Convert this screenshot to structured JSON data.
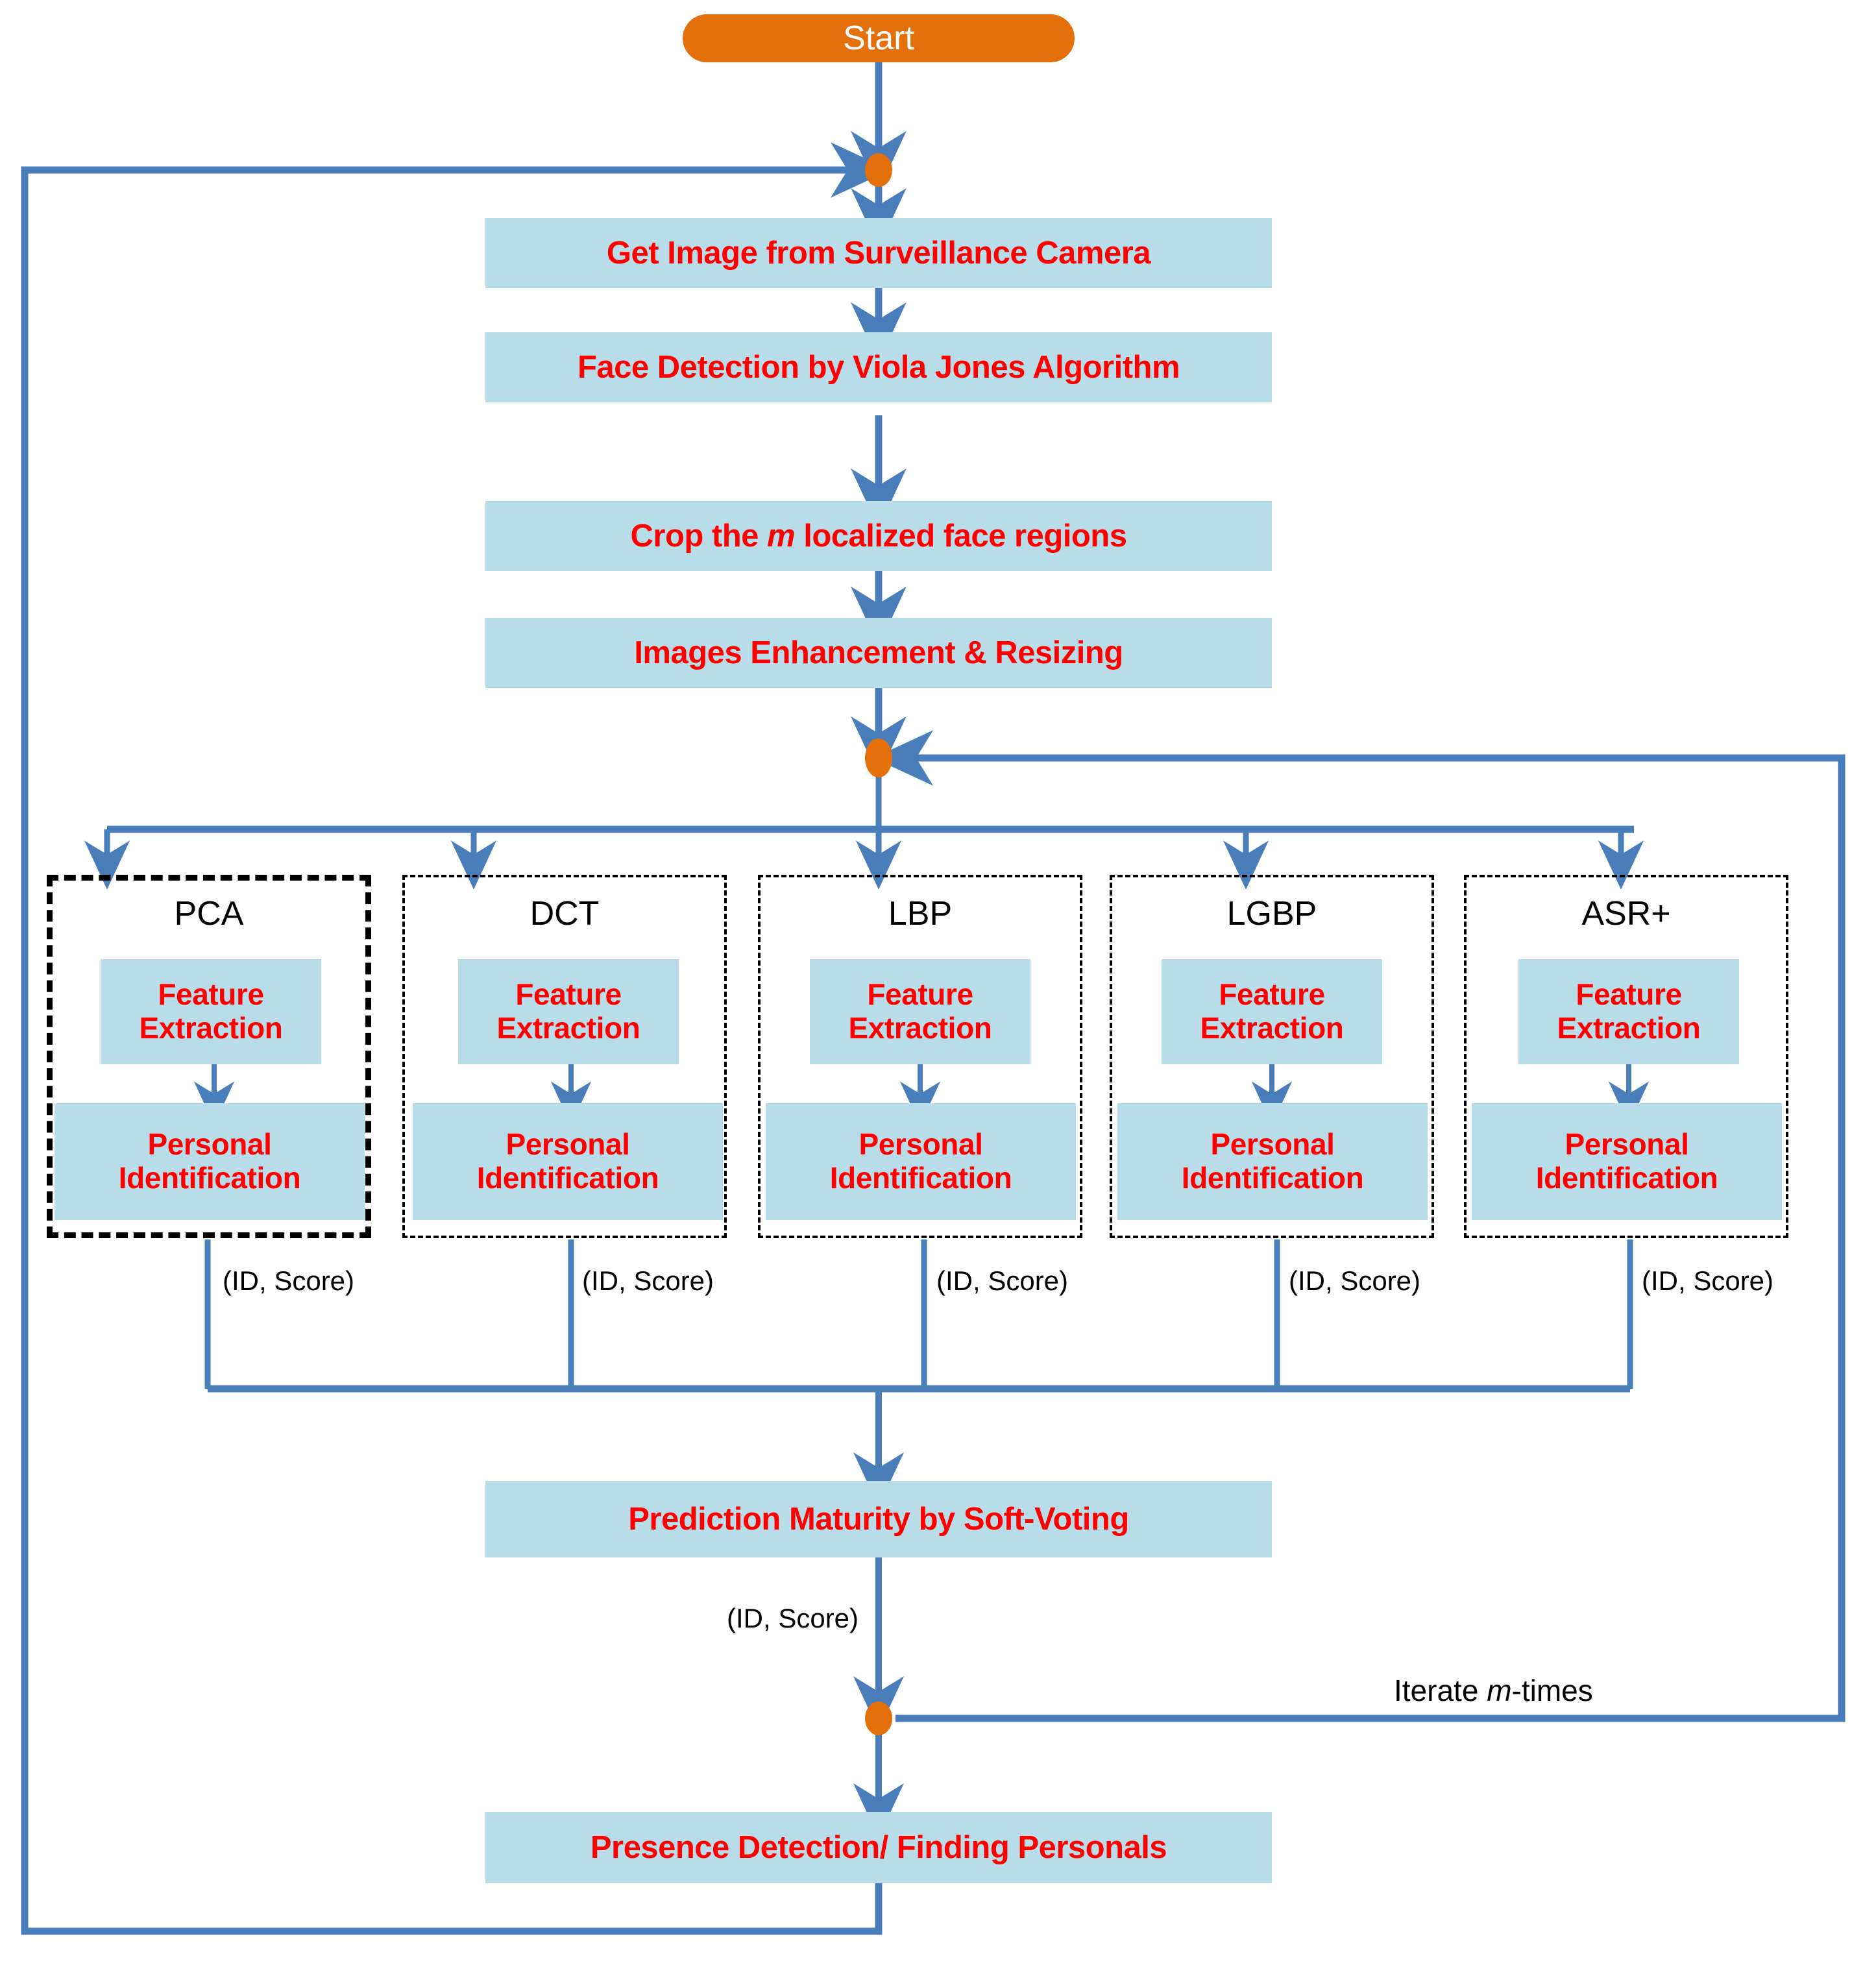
{
  "diagram": {
    "title": "Face recognition surveillance pipeline flowchart",
    "colors": {
      "process_fill": "#B8DCE8",
      "process_text": "#FF0000",
      "accent_orange": "#E3700B",
      "connector_blue": "#4A7EBB",
      "group_border": "#000000",
      "label_text": "#000000",
      "background": "#FFFFFF"
    },
    "start": {
      "label": "Start"
    },
    "steps": [
      {
        "id": "get-image",
        "label": "Get Image from Surveillance Camera"
      },
      {
        "id": "face-detection",
        "label": "Face Detection by Viola Jones Algorithm"
      },
      {
        "id": "crop",
        "label_pre": "Crop the ",
        "label_ital": "m",
        "label_post": " localized face regions"
      },
      {
        "id": "enhance",
        "label": "Images Enhancement & Resizing"
      }
    ],
    "methods": [
      {
        "id": "pca",
        "title": "PCA",
        "primary": true,
        "feature": "Feature\nExtraction",
        "identify": "Personal\nIdentification",
        "out_label": "(ID, Score)"
      },
      {
        "id": "dct",
        "title": "DCT",
        "primary": false,
        "feature": "Feature\nExtraction",
        "identify": "Personal\nIdentification",
        "out_label": "(ID, Score)"
      },
      {
        "id": "lbp",
        "title": "LBP",
        "primary": false,
        "feature": "Feature\nExtraction",
        "identify": "Personal\nIdentification",
        "out_label": "(ID, Score)"
      },
      {
        "id": "lgbp",
        "title": "LGBP",
        "primary": false,
        "feature": "Feature\nExtraction",
        "identify": "Personal\nIdentification",
        "out_label": "(ID, Score)"
      },
      {
        "id": "asr",
        "title": "ASR+",
        "primary": false,
        "feature": "Feature\nExtraction",
        "identify": "Personal\nIdentification",
        "out_label": "(ID, Score)"
      }
    ],
    "feature_label_line1": "Feature",
    "feature_label_line2": "Extraction",
    "identify_label_line1": "Personal",
    "identify_label_line2": "Identification",
    "voting": {
      "label": "Prediction Maturity by Soft-Voting",
      "out_label": "(ID, Score)"
    },
    "iterate": {
      "pre": "Iterate ",
      "ital": "m",
      "post": "-times"
    },
    "final": {
      "label": "Presence Detection/ Finding Personals"
    }
  }
}
